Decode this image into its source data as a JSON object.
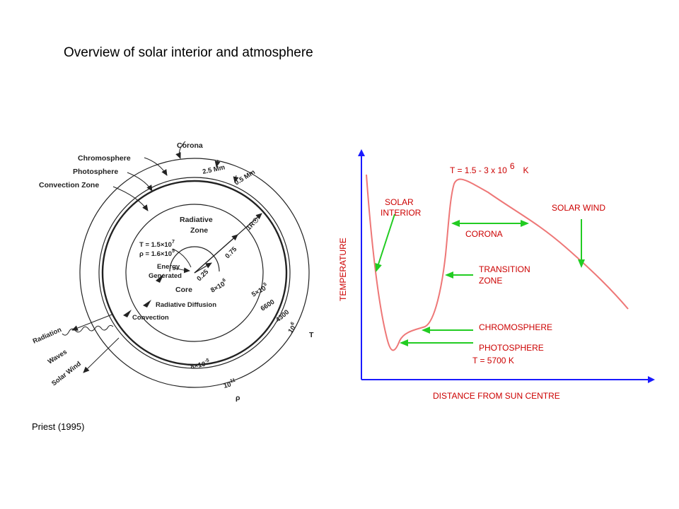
{
  "slide": {
    "title": "Overview of solar interior and atmosphere",
    "caption": "Priest (1995)"
  },
  "diagram": {
    "corona": "Corona",
    "chromosphere": "Chromosphere",
    "photosphere": "Photosphere",
    "convection_zone": "Convection Zone",
    "radiative": "Radiative",
    "zone": "Zone",
    "t_core": "T = 1.5×10",
    "t_core_exp": "7",
    "rho_core": "ρ = 1.6×10",
    "rho_core_exp": "5",
    "energy": "Energy",
    "generated": "Generated",
    "core": "Core",
    "radiative_diffusion": "Radiative Diffusion",
    "convection": "Convection",
    "radiation": "Radiation",
    "waves": "Waves",
    "solar_wind": "Solar Wind",
    "thick_25": "2.5 Mm",
    "thick_05": "0.5 Mm",
    "r_1": "1R☉",
    "r_075": "0.75",
    "r_025": "0.25",
    "t_8e6": "8×10",
    "t_8e6_exp": "6",
    "t_5e5": "5×10",
    "t_5e5_exp": "5",
    "t_6600": "6600",
    "t_4300": "4300",
    "t_1e6": "10",
    "t_1e6_exp": "6",
    "t_symbol": "T",
    "rho_8e5": "8×10",
    "rho_8e5_exp": "-5",
    "rho_1e11": "10",
    "rho_1e11_exp": "11",
    "rho_symbol": "ρ"
  },
  "graph": {
    "y_axis": "TEMPERATURE",
    "x_axis": "DISTANCE FROM SUN CENTRE",
    "coronal_temp": "T = 1.5 - 3 x 10",
    "coronal_temp_exp": "6",
    "coronal_temp_unit": "K",
    "solar_interior_1": "SOLAR",
    "solar_interior_2": "INTERIOR",
    "solar_wind": "SOLAR WIND",
    "corona": "CORONA",
    "transition_1": "TRANSITION",
    "transition_2": "ZONE",
    "chromosphere": "CHROMOSPHERE",
    "photosphere": "PHOTOSPHERE",
    "photosphere_temp": "T = 5700 K",
    "colors": {
      "axis": "#1a1aff",
      "curve": "#ee7777",
      "arrow": "#22cc22",
      "label": "#cc0000"
    }
  }
}
